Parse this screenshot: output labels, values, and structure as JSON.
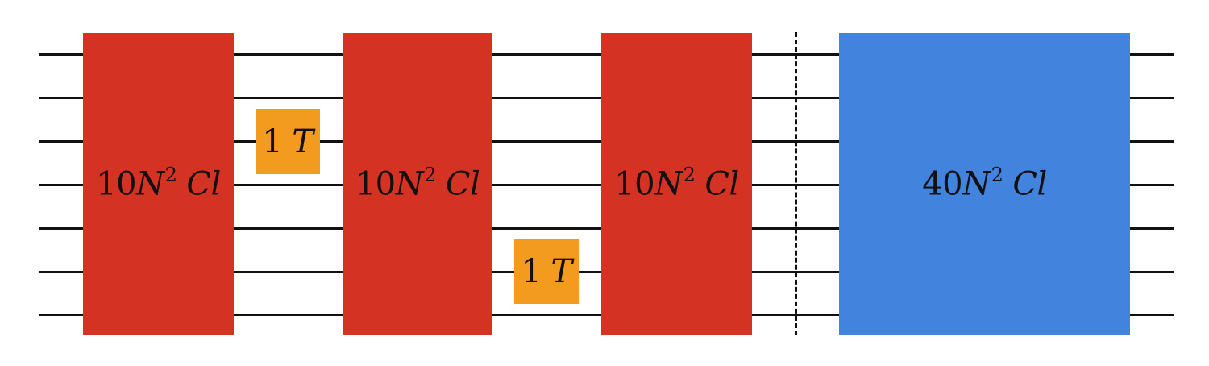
{
  "diagram": {
    "wire_count": 7,
    "colors": {
      "clifford_block": "#d43223",
      "clifford_large_block": "#4283dd",
      "t_gate": "#f29b1e",
      "wire": "#111111"
    },
    "blocks": [
      {
        "id": "cl-1",
        "kind": "clifford",
        "coef": "10",
        "var": "N",
        "exp": "2",
        "op": "Cl"
      },
      {
        "id": "t-1",
        "kind": "t",
        "coef": "1",
        "op": "T"
      },
      {
        "id": "cl-2",
        "kind": "clifford",
        "coef": "10",
        "var": "N",
        "exp": "2",
        "op": "Cl"
      },
      {
        "id": "t-2",
        "kind": "t",
        "coef": "1",
        "op": "T"
      },
      {
        "id": "cl-3",
        "kind": "clifford",
        "coef": "10",
        "var": "N",
        "exp": "2",
        "op": "Cl"
      },
      {
        "id": "cl-4",
        "kind": "clifford-large",
        "coef": "40",
        "var": "N",
        "exp": "2",
        "op": "Cl"
      }
    ],
    "barrier": "dashed"
  }
}
